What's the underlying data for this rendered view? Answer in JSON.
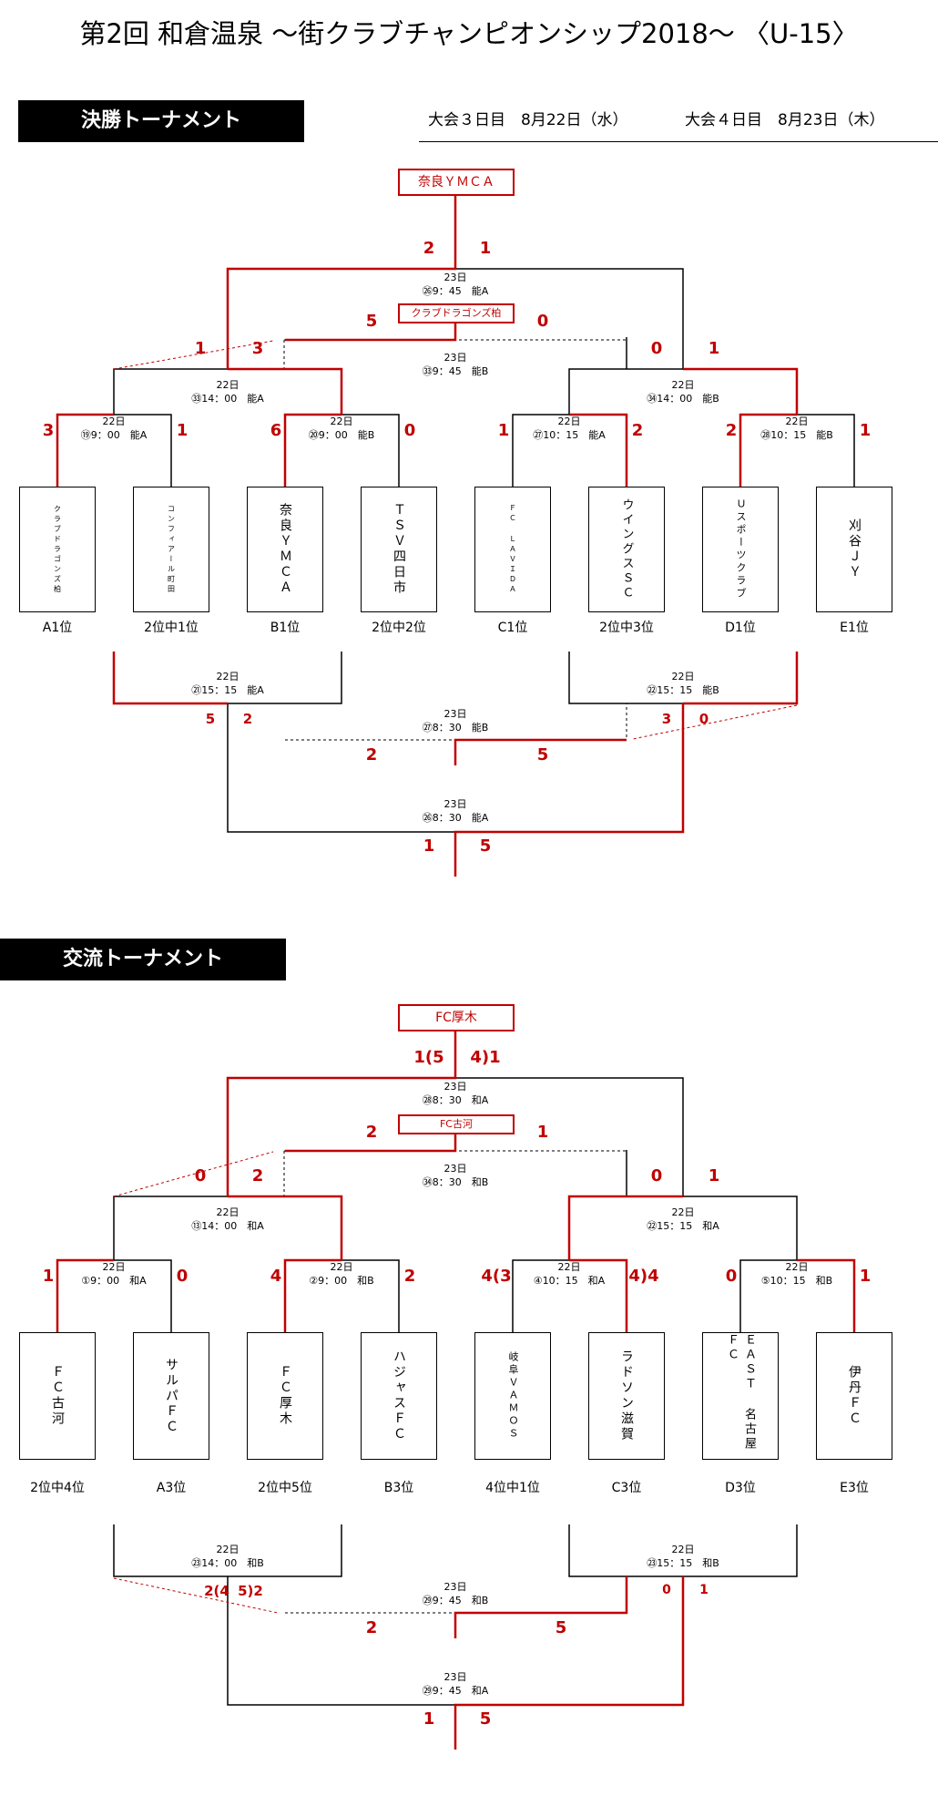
{
  "page_title": "第2回 和倉温泉 ～街クラブチャンピオンシップ2018～ 〈U-15〉",
  "dates": {
    "day3": "大会３日目　8月22日（水）",
    "day4": "大会４日目　8月23日（木）"
  },
  "final": {
    "banner": "決勝トーナメント",
    "champion": "奈良ＹＭＣＡ",
    "third_place": "クラブドラゴンズ柏",
    "teams": [
      {
        "name": "クラブドラゴンズ柏",
        "seed": "A1位"
      },
      {
        "name": "コンフィアール町田",
        "seed": "2位中1位"
      },
      {
        "name": "奈良ＹＭＣＡ",
        "seed": "B1位"
      },
      {
        "name": "ＴＳＶ四日市",
        "seed": "2位中2位"
      },
      {
        "name": "ＦＣ ＬＡＶＩＤＡ",
        "seed": "C1位"
      },
      {
        "name": "ウイングスＳＣ",
        "seed": "2位中3位"
      },
      {
        "name": "Ｕスポーツクラブ",
        "seed": "D1位"
      },
      {
        "name": "刈谷ＪＹ",
        "seed": "E1位"
      }
    ],
    "matches": {
      "r1a": {
        "day": "22日",
        "info": "⑲9：00　能A",
        "s1": "3",
        "s2": "1"
      },
      "r1b": {
        "day": "22日",
        "info": "⑳9：00　能B",
        "s1": "6",
        "s2": "0"
      },
      "r1c": {
        "day": "22日",
        "info": "㉗10：15　能A",
        "s1": "1",
        "s2": "2"
      },
      "r1d": {
        "day": "22日",
        "info": "㉘10：15　能B",
        "s1": "2",
        "s2": "1"
      },
      "sf1": {
        "day": "22日",
        "info": "㉝14：00　能A",
        "s1": "1",
        "s2": "3"
      },
      "sf2": {
        "day": "22日",
        "info": "㉞14：00　能B",
        "s1": "0",
        "s2": "1"
      },
      "final": {
        "day": "23日",
        "info": "㉖9：45　能A",
        "s1": "2",
        "s2": "1"
      },
      "third": {
        "day": "23日",
        "info": "㉝9：45　能B",
        "s1": "5",
        "s2": "0"
      },
      "lb1": {
        "day": "22日",
        "info": "㉑15：15　能A",
        "s1": "5",
        "s2": "2"
      },
      "lb2": {
        "day": "22日",
        "info": "㉒15：15　能B",
        "s1": "3",
        "s2": "0"
      },
      "lf1": {
        "day": "23日",
        "info": "㉗8：30　能B",
        "s1": "2",
        "s2": "5"
      },
      "lf2": {
        "day": "23日",
        "info": "㉖8：30　能A",
        "s1": "1",
        "s2": "5"
      }
    }
  },
  "exchange": {
    "banner": "交流トーナメント",
    "champion": "FC厚木",
    "third_place": "FC古河",
    "teams": [
      {
        "name": "ＦＣ古河",
        "seed": "2位中4位"
      },
      {
        "name": "サルパＦＣ",
        "seed": "A3位"
      },
      {
        "name": "ＦＣ厚木",
        "seed": "2位中5位"
      },
      {
        "name": "ハジャスＦＣ",
        "seed": "B3位"
      },
      {
        "name": "岐阜ＶＡＭＯＳ",
        "seed": "4位中1位"
      },
      {
        "name": "ラドソン滋賀",
        "seed": "C3位"
      },
      {
        "name": "ＥＡＳＴ 名古屋ＦＣ",
        "seed": "D3位"
      },
      {
        "name": "伊丹ＦＣ",
        "seed": "E3位"
      }
    ],
    "matches": {
      "r1a": {
        "day": "22日",
        "info": "①9：00　和A",
        "s1": "1",
        "s2": "0"
      },
      "r1b": {
        "day": "22日",
        "info": "②9：00　和B",
        "s1": "4",
        "s2": "2"
      },
      "r1c": {
        "day": "22日",
        "info": "④10：15　和A",
        "s1": "4(3",
        "s2": "4)4"
      },
      "r1d": {
        "day": "22日",
        "info": "⑤10：15　和B",
        "s1": "0",
        "s2": "1"
      },
      "sf1": {
        "day": "22日",
        "info": "⑬14：00　和A",
        "s1": "0",
        "s2": "2"
      },
      "sf2": {
        "day": "22日",
        "info": "㉒15：15　和A",
        "s1": "0",
        "s2": "1"
      },
      "final": {
        "day": "23日",
        "info": "㉘8：30　和A",
        "s1": "1(5",
        "s2": "4)1"
      },
      "third": {
        "day": "23日",
        "info": "㉞8：30　和B",
        "s1": "2",
        "s2": "1"
      },
      "lb1": {
        "day": "22日",
        "info": "㉓14：00　和B",
        "s1": "2(4",
        "s2": "5)2"
      },
      "lb2": {
        "day": "22日",
        "info": "㉓15：15　和B",
        "s1": "0",
        "s2": "1"
      },
      "lf1": {
        "day": "23日",
        "info": "㉙9：45　和B",
        "s1": "2",
        "s2": "5"
      },
      "lf2": {
        "day": "23日",
        "info": "㉙9：45　和A",
        "s1": "1",
        "s2": "5"
      }
    }
  },
  "colors": {
    "result_red": "#c00000",
    "line_black": "#000000"
  }
}
